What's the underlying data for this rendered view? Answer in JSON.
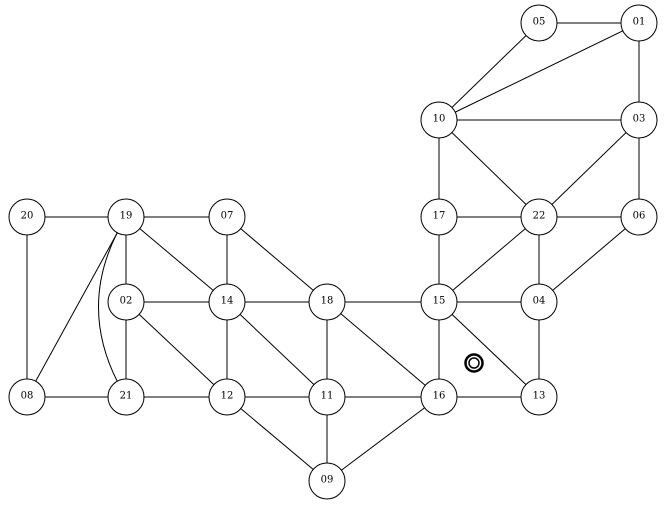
{
  "graph": {
    "nodes": [
      {
        "id": "01",
        "label": "01"
      },
      {
        "id": "03",
        "label": "03"
      },
      {
        "id": "04",
        "label": "04"
      },
      {
        "id": "05",
        "label": "05"
      },
      {
        "id": "06",
        "label": "06"
      },
      {
        "id": "07",
        "label": "07"
      },
      {
        "id": "08",
        "label": "08"
      },
      {
        "id": "09",
        "label": "09"
      },
      {
        "id": "10",
        "label": "10"
      },
      {
        "id": "11",
        "label": "11"
      },
      {
        "id": "12",
        "label": "12"
      },
      {
        "id": "13",
        "label": "13"
      },
      {
        "id": "14",
        "label": "14"
      },
      {
        "id": "15",
        "label": "15"
      },
      {
        "id": "16",
        "label": "16"
      },
      {
        "id": "17",
        "label": "17"
      },
      {
        "id": "18",
        "label": "18"
      },
      {
        "id": "19",
        "label": "19"
      },
      {
        "id": "02",
        "label": "02"
      },
      {
        "id": "20",
        "label": "20"
      },
      {
        "id": "21",
        "label": "21"
      },
      {
        "id": "22",
        "label": "22"
      }
    ],
    "edges": [
      [
        "05",
        "01"
      ],
      [
        "05",
        "10"
      ],
      [
        "01",
        "10"
      ],
      [
        "01",
        "03"
      ],
      [
        "10",
        "03"
      ],
      [
        "10",
        "17"
      ],
      [
        "10",
        "22"
      ],
      [
        "03",
        "22"
      ],
      [
        "03",
        "06"
      ],
      [
        "17",
        "22"
      ],
      [
        "22",
        "06"
      ],
      [
        "17",
        "15"
      ],
      [
        "22",
        "15"
      ],
      [
        "22",
        "04"
      ],
      [
        "06",
        "04"
      ],
      [
        "15",
        "04"
      ],
      [
        "04",
        "13"
      ],
      [
        "15",
        "16"
      ],
      [
        "15",
        "13"
      ],
      [
        "16",
        "13"
      ],
      [
        "18",
        "15"
      ],
      [
        "18",
        "11"
      ],
      [
        "18",
        "16"
      ],
      [
        "11",
        "16"
      ],
      [
        "11",
        "09"
      ],
      [
        "09",
        "16"
      ],
      [
        "14",
        "18"
      ],
      [
        "07",
        "18"
      ],
      [
        "07",
        "14"
      ],
      [
        "19",
        "07"
      ],
      [
        "19",
        "14"
      ],
      [
        "19",
        "02"
      ],
      [
        "02",
        "14"
      ],
      [
        "02",
        "21"
      ],
      [
        "02",
        "12"
      ],
      [
        "14",
        "12"
      ],
      [
        "14",
        "11"
      ],
      [
        "12",
        "11"
      ],
      [
        "12",
        "09"
      ],
      [
        "21",
        "12"
      ],
      [
        "20",
        "19"
      ],
      [
        "20",
        "08"
      ],
      [
        "19",
        "08"
      ],
      [
        "08",
        "21"
      ]
    ],
    "curved_edges": [
      [
        "19",
        "21"
      ]
    ],
    "marker": {
      "type": "double-ring",
      "on_edges": [
        "15-16",
        "16-13"
      ]
    }
  }
}
